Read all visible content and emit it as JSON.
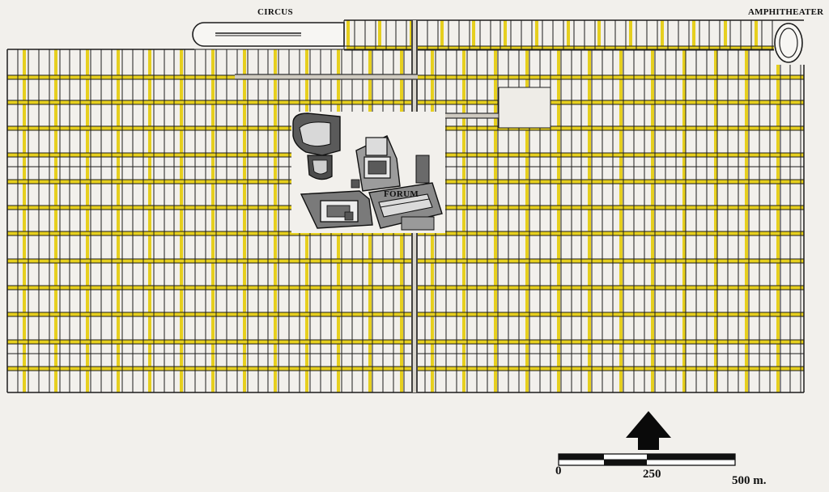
{
  "labels": {
    "circus": "CIRCUS",
    "amphitheater": "AMPHITHEATER",
    "forum": "FORUM"
  },
  "scale": {
    "zero": "0",
    "mid": "250",
    "end": "500 m."
  },
  "icons": {
    "north_arrow": "north-arrow-icon"
  },
  "colors": {
    "background": "#f2f0ec",
    "street_major": "#e6cf1e",
    "block_outline": "#1c1c1c",
    "main_axis": "#333333"
  }
}
